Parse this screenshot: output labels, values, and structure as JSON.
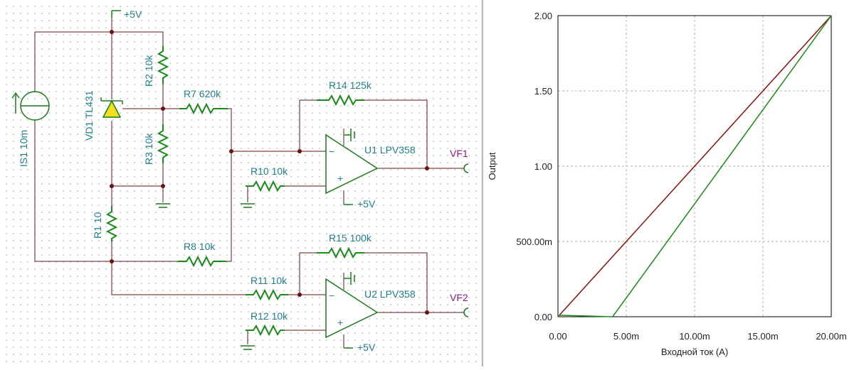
{
  "schematic": {
    "labels": {
      "vcc_top": "+5V",
      "r2": "R2 10k",
      "vd1": "VD1 TL431",
      "r7": "R7 620k",
      "r14": "R14 125k",
      "is1": "IS1 10m",
      "r3": "R3 10k",
      "u1": "U1 LPV358",
      "vf1": "VF1",
      "r10": "R10 10k",
      "vcc_u1": "+5V",
      "r1": "R1 10",
      "r15": "R15 100k",
      "r8": "R8 10k",
      "r11": "R11 10k",
      "u2": "U2 LPV358",
      "vf2": "VF2",
      "r12": "R12 10k",
      "vcc_u2": "+5V",
      "minus1": "−",
      "plus1": "+",
      "minus2": "−",
      "plus2": "+"
    },
    "colors": {
      "wire": "#5a1a1a",
      "resistor": "#1a8a1a",
      "label": "#1f7f8a",
      "probe_label": "#8b1a8b",
      "zener_fill": "#f0e020"
    }
  },
  "chart_data": {
    "type": "line",
    "xlabel": "Входной ток (A)",
    "ylabel": "Output",
    "xlim": [
      0,
      0.02
    ],
    "ylim": [
      0,
      2.0
    ],
    "x_ticks": [
      "0.00",
      "5.00m",
      "10.00m",
      "15.00m",
      "20.00m"
    ],
    "y_ticks": [
      "0.00",
      "500.00m",
      "1.00",
      "1.50",
      "2.00"
    ],
    "grid": true,
    "series": [
      {
        "color": "#8b1010",
        "x": [
          0,
          0.02
        ],
        "y": [
          0,
          2.0
        ]
      },
      {
        "color": "#1a8a1a",
        "x": [
          0,
          0.0001,
          0.004,
          0.02
        ],
        "y": [
          0.0,
          0.01,
          0.0,
          2.0
        ]
      }
    ]
  }
}
